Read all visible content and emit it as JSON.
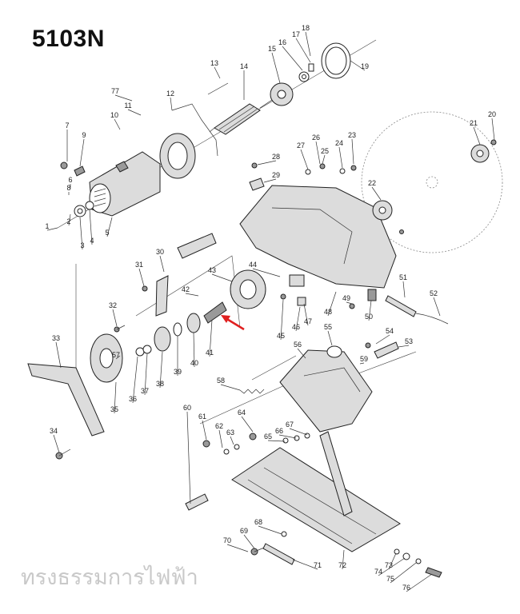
{
  "title": "5103N",
  "watermark": "ทรงธรรมการไฟฟ้า",
  "callout_color": "#e02020",
  "part_numbers": [
    "1",
    "2",
    "3",
    "4",
    "5",
    "6",
    "7",
    "8",
    "9",
    "10",
    "11",
    "12",
    "13",
    "14",
    "15",
    "16",
    "17",
    "18",
    "19",
    "20",
    "21",
    "22",
    "23",
    "24",
    "25",
    "26",
    "27",
    "28",
    "29",
    "30",
    "31",
    "32",
    "33",
    "34",
    "35",
    "36",
    "37",
    "38",
    "39",
    "40",
    "41",
    "42",
    "43",
    "44",
    "45",
    "46",
    "47",
    "48",
    "49",
    "50",
    "51",
    "52",
    "53",
    "54",
    "55",
    "56",
    "57",
    "58",
    "59",
    "60",
    "61",
    "62",
    "63",
    "64",
    "65",
    "66",
    "67",
    "68",
    "69",
    "70",
    "71",
    "72",
    "73",
    "74",
    "75",
    "76",
    "77"
  ]
}
